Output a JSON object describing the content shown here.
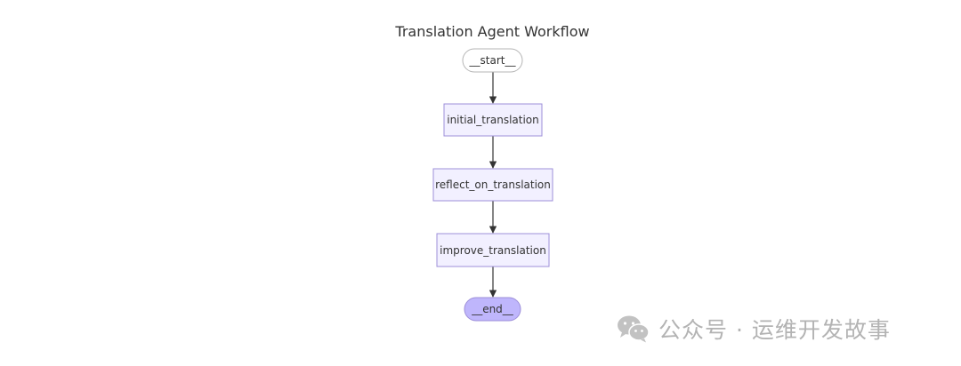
{
  "diagram": {
    "title": "Translation Agent Workflow",
    "nodes": [
      {
        "id": "start",
        "label": "__start__",
        "shape": "stadium",
        "fill": "#ffffff",
        "stroke": "#b5b5b5"
      },
      {
        "id": "initial_translation",
        "label": "initial_translation",
        "shape": "rect",
        "fill": "#f2f0ff",
        "stroke": "#9d8fd9"
      },
      {
        "id": "reflect_on_translation",
        "label": "reflect_on_translation",
        "shape": "rect",
        "fill": "#f2f0ff",
        "stroke": "#9d8fd9"
      },
      {
        "id": "improve_translation",
        "label": "improve_translation",
        "shape": "rect",
        "fill": "#f2f0ff",
        "stroke": "#9d8fd9"
      },
      {
        "id": "end",
        "label": "__end__",
        "shape": "stadium",
        "fill": "#bfb6fc",
        "stroke": "#9d8fd9"
      }
    ],
    "edges": [
      {
        "from": "start",
        "to": "initial_translation"
      },
      {
        "from": "initial_translation",
        "to": "reflect_on_translation"
      },
      {
        "from": "reflect_on_translation",
        "to": "improve_translation"
      },
      {
        "from": "improve_translation",
        "to": "end"
      }
    ],
    "edge_color": "#333333"
  },
  "watermark": {
    "icon": "wechat-icon",
    "text": "公众号 · 运维开发故事",
    "color": "#b3b3b3"
  }
}
